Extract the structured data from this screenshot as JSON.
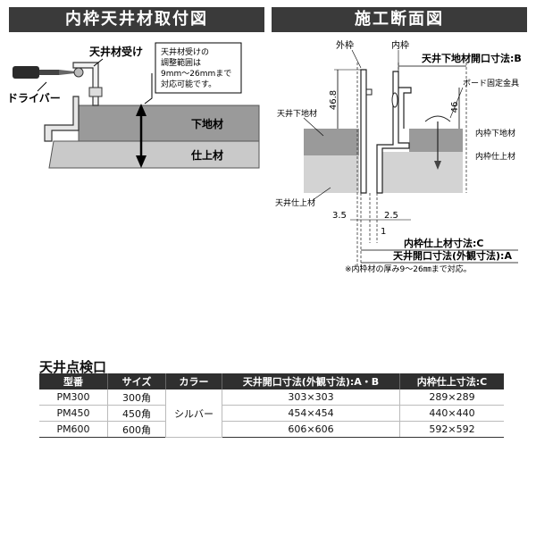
{
  "left_panel": {
    "title": "内枠天井材取付図",
    "label_ceiling_holder": "天井材受け",
    "label_driver": "ドライバー",
    "label_base": "下地材",
    "label_finish": "仕上材",
    "note_lines": [
      "天井材受けの",
      "調整範囲は",
      "9mm〜26mmまで",
      "対応可能です。"
    ]
  },
  "right_panel": {
    "title": "施工断面図",
    "label_outer": "外枠",
    "label_inner": "内枠",
    "label_B": "天井下地材開口寸法:B",
    "label_fixing": "ボード固定金具",
    "label_base_left": "天井下地材",
    "label_finish_left": "天井仕上材",
    "label_inner_base": "内枠下地材",
    "label_inner_finish": "内枠仕上材",
    "dim_468": "46.8",
    "dim_46": "46",
    "dim_35": "3.5",
    "dim_25": "2.5",
    "dim_1": "1",
    "label_C": "内枠仕上材寸法:C",
    "label_A": "天井開口寸法(外観寸法):A",
    "note": "※内枠材の厚み9〜26㎜まで対応。"
  },
  "table": {
    "title": "天井点検口",
    "headers": [
      "型番",
      "サイズ",
      "カラー",
      "天井開口寸法(外観寸法):A・B",
      "内枠仕上寸法:C"
    ],
    "color": "シルバー",
    "rows": [
      {
        "model": "PM300",
        "size": "300角",
        "ab": "303×303",
        "c": "289×289"
      },
      {
        "model": "PM450",
        "size": "450角",
        "ab": "454×454",
        "c": "440×440"
      },
      {
        "model": "PM600",
        "size": "600角",
        "ab": "606×606",
        "c": "592×592"
      }
    ]
  }
}
